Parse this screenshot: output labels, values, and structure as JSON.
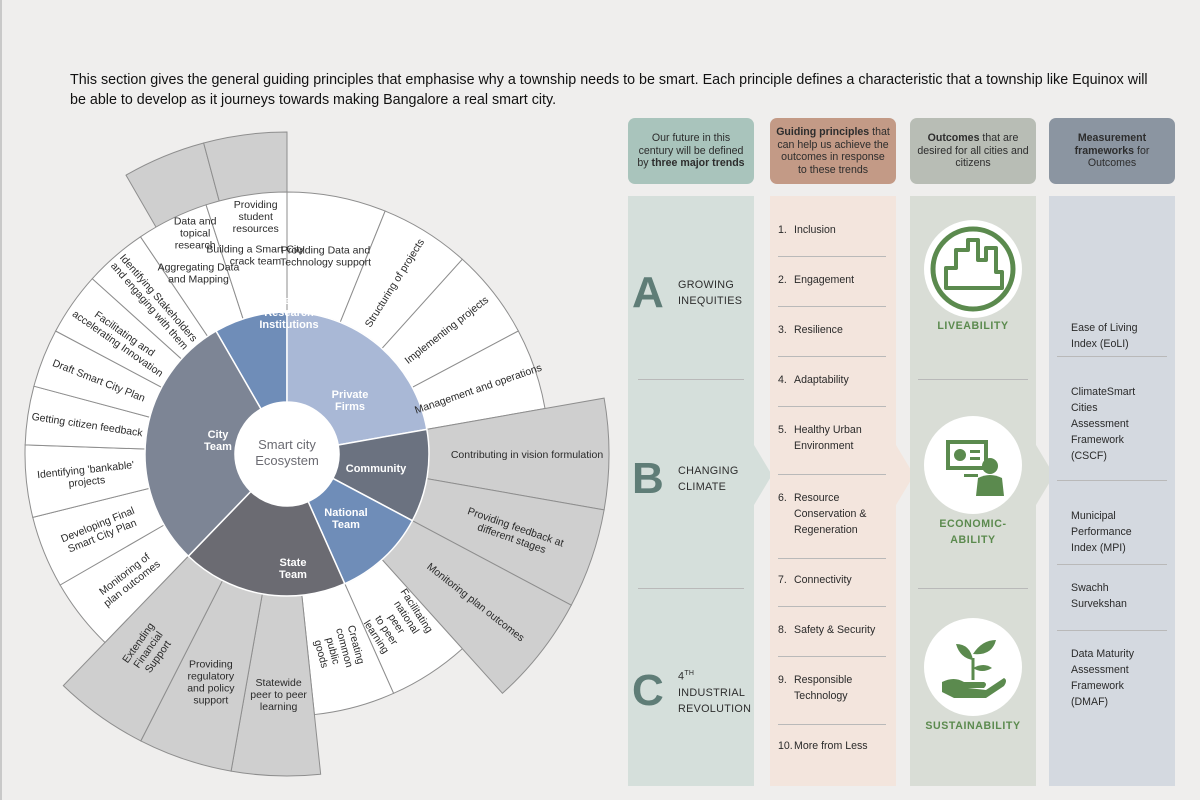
{
  "intro": "This section gives the general guiding principles that emphasise why a township needs to be smart. Each principle defines a characteristic that a township like Equinox will be able to develop as it journeys towards making Bangalore a real smart city.",
  "wheel": {
    "center": [
      "Smart city",
      "Ecosystem"
    ],
    "sectors": [
      {
        "name": "academic",
        "lines": [
          "Academic &",
          "Research",
          "Institutions"
        ],
        "color": "#6f8db8"
      },
      {
        "name": "private",
        "lines": [
          "Private",
          "Firms"
        ],
        "color": "#a9b8d6"
      },
      {
        "name": "community",
        "lines": [
          "Community"
        ],
        "color": "#6b7280"
      },
      {
        "name": "national",
        "lines": [
          "National",
          "Team"
        ],
        "color": "#6f8db8"
      },
      {
        "name": "state",
        "lines": [
          "State",
          "Team"
        ],
        "color": "#6b6b72"
      },
      {
        "name": "city",
        "lines": [
          "City",
          "Team"
        ],
        "color": "#7d8595"
      }
    ],
    "outer": [
      {
        "lines": [
          "Data and",
          "topical",
          "research"
        ],
        "shade": "grey"
      },
      {
        "lines": [
          "Providing",
          "student",
          "resources"
        ],
        "shade": "grey"
      },
      {
        "lines": [
          "Providing Data and",
          "Technology support"
        ],
        "shade": "white"
      },
      {
        "lines": [
          "Structuring of projects"
        ],
        "shade": "white"
      },
      {
        "lines": [
          "Implementing projects"
        ],
        "shade": "white"
      },
      {
        "lines": [
          "Management and operations"
        ],
        "shade": "white"
      },
      {
        "lines": [
          "Contributing in vision formulation"
        ],
        "shade": "grey"
      },
      {
        "lines": [
          "Providing feedback at",
          "different stages"
        ],
        "shade": "grey"
      },
      {
        "lines": [
          "Monitoring plan outcomes"
        ],
        "shade": "grey"
      },
      {
        "lines": [
          "Facilitating",
          "national",
          "peer",
          "to peer",
          "learning"
        ],
        "shade": "white"
      },
      {
        "lines": [
          "Creating",
          "common",
          "public",
          "goods"
        ],
        "shade": "white"
      },
      {
        "lines": [
          "Statewide",
          "peer to peer",
          "learning"
        ],
        "shade": "grey"
      },
      {
        "lines": [
          "Providing",
          "regulatory",
          "and policy",
          "support"
        ],
        "shade": "grey"
      },
      {
        "lines": [
          "Extending",
          "Financial",
          "Support"
        ],
        "shade": "grey"
      },
      {
        "lines": [
          "Monitoring of",
          "plan outcomes"
        ],
        "shade": "white"
      },
      {
        "lines": [
          "Developing Final",
          "Smart City Plan"
        ],
        "shade": "white"
      },
      {
        "lines": [
          "Identifying 'bankable'",
          "projects"
        ],
        "shade": "white"
      },
      {
        "lines": [
          "Getting citizen feedback"
        ],
        "shade": "white"
      },
      {
        "lines": [
          "Draft Smart City Plan"
        ],
        "shade": "white"
      },
      {
        "lines": [
          "Facilitating and",
          "accelerating Innovation"
        ],
        "shade": "white"
      },
      {
        "lines": [
          "Identifying Stakeholders",
          "and engaging with them"
        ],
        "shade": "white"
      },
      {
        "lines": [
          "Aggregating Data",
          "and Mapping"
        ],
        "shade": "white"
      },
      {
        "lines": [
          "Building a Smart City",
          "crack team"
        ],
        "shade": "white"
      }
    ]
  },
  "columns": {
    "trends_head": {
      "pre": "Our future in this century will be defined by ",
      "bold": "three major trends"
    },
    "principles_head": {
      "bold": "Guiding principles",
      "post": " that can help us achieve the outcomes in response to these trends"
    },
    "outcomes_head": {
      "bold": "Outcomes",
      "post": " that are desired for all cities and citizens"
    },
    "measure_head": {
      "bold": "Measurement frameworks",
      "post": " for Outcomes"
    },
    "trends": [
      {
        "letter": "A",
        "lines": [
          "GROWING",
          "INEQUITIES"
        ]
      },
      {
        "letter": "B",
        "lines": [
          "CHANGING",
          "CLIMATE"
        ]
      },
      {
        "letter": "C",
        "sup": "TH",
        "num": "4",
        "lines": [
          "INDUSTRIAL",
          "REVOLUTION"
        ]
      }
    ],
    "principles": [
      [
        "1.",
        "Inclusion"
      ],
      [
        "2.",
        "Engagement"
      ],
      [
        "3.",
        "Resilience"
      ],
      [
        "4.",
        "Adaptability"
      ],
      [
        "5.",
        "Healthy Urban",
        "Environment"
      ],
      [
        "6.",
        "Resource",
        "Conservation &",
        "Regeneration"
      ],
      [
        "7.",
        "Connectivity"
      ],
      [
        "8.",
        "Safety & Security"
      ],
      [
        "9.",
        "Responsible",
        "Technology"
      ],
      [
        "10.",
        "More from Less"
      ]
    ],
    "outcomes": [
      {
        "lines": [
          "LIVEABILITY"
        ],
        "icon": "city-skyline-icon"
      },
      {
        "lines": [
          "ECONOMIC-",
          "ABILITY"
        ],
        "icon": "presenter-chart-icon"
      },
      {
        "lines": [
          "SUSTAINABILITY"
        ],
        "icon": "plant-in-hand-icon"
      }
    ],
    "measures": [
      [
        "Ease of Living",
        "Index (EoLI)"
      ],
      [
        "ClimateSmart",
        "Cities",
        "Assessment",
        "Framework",
        "(CSCF)"
      ],
      [
        "Municipal",
        "Performance",
        "Index (MPI)"
      ],
      [
        "Swachh",
        "Survekshan"
      ],
      [
        "Data Maturity",
        "Assessment",
        "Framework",
        "(DMAF)"
      ]
    ]
  },
  "colors": {
    "trend_col": "#d5dfdb",
    "principle_col": "#f3e5dd",
    "outcome_col": "#d9ddd6",
    "measure_col": "#d4d9e0",
    "trend_head": "#a9c4bc",
    "principle_head": "#c39a86",
    "outcome_head": "#b8bdb5",
    "measure_head": "#8b95a1",
    "green": "#5b8a4e"
  }
}
